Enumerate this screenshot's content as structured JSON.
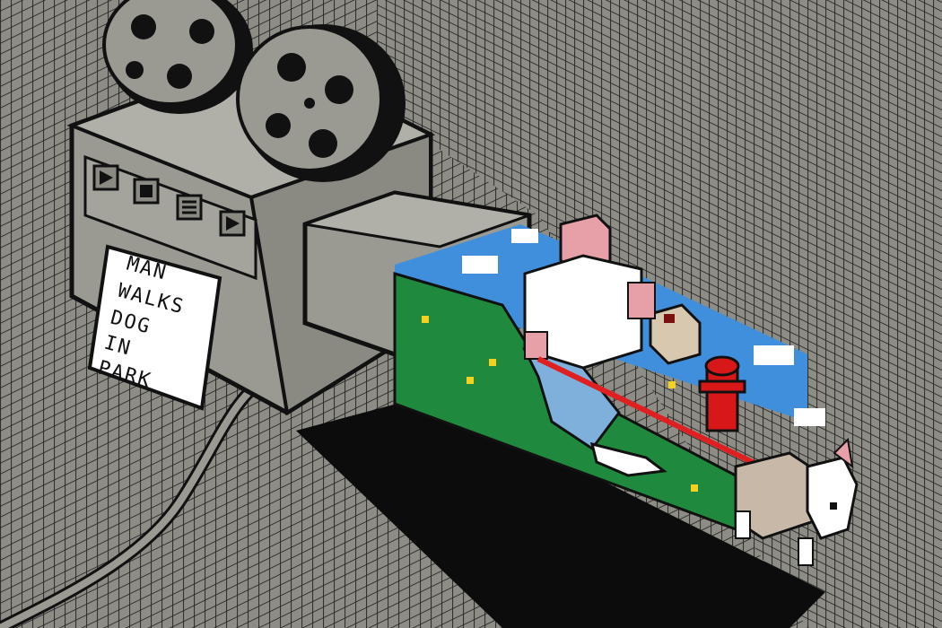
{
  "ticket": {
    "lines": [
      "MAN",
      "WALKS",
      "DOG",
      "IN",
      "PARK"
    ]
  },
  "projector": {
    "button_icons": [
      "play-icon",
      "stop-icon",
      "menu-icon",
      "play-icon"
    ]
  },
  "palette": {
    "background": "#8e8d85",
    "grid_line": "#2a2a2a",
    "projector_body": "#9a9a92",
    "outline": "#111111",
    "sky": "#3f8fdc",
    "grass": "#1f8a3e",
    "skin": "#e8a0a8",
    "shirt": "#ffffff",
    "pants": "#7fb0dc",
    "leash": "#e02020",
    "hydrant": "#d81818",
    "dog": "#c8b8a8",
    "flower": "#f5d020"
  }
}
